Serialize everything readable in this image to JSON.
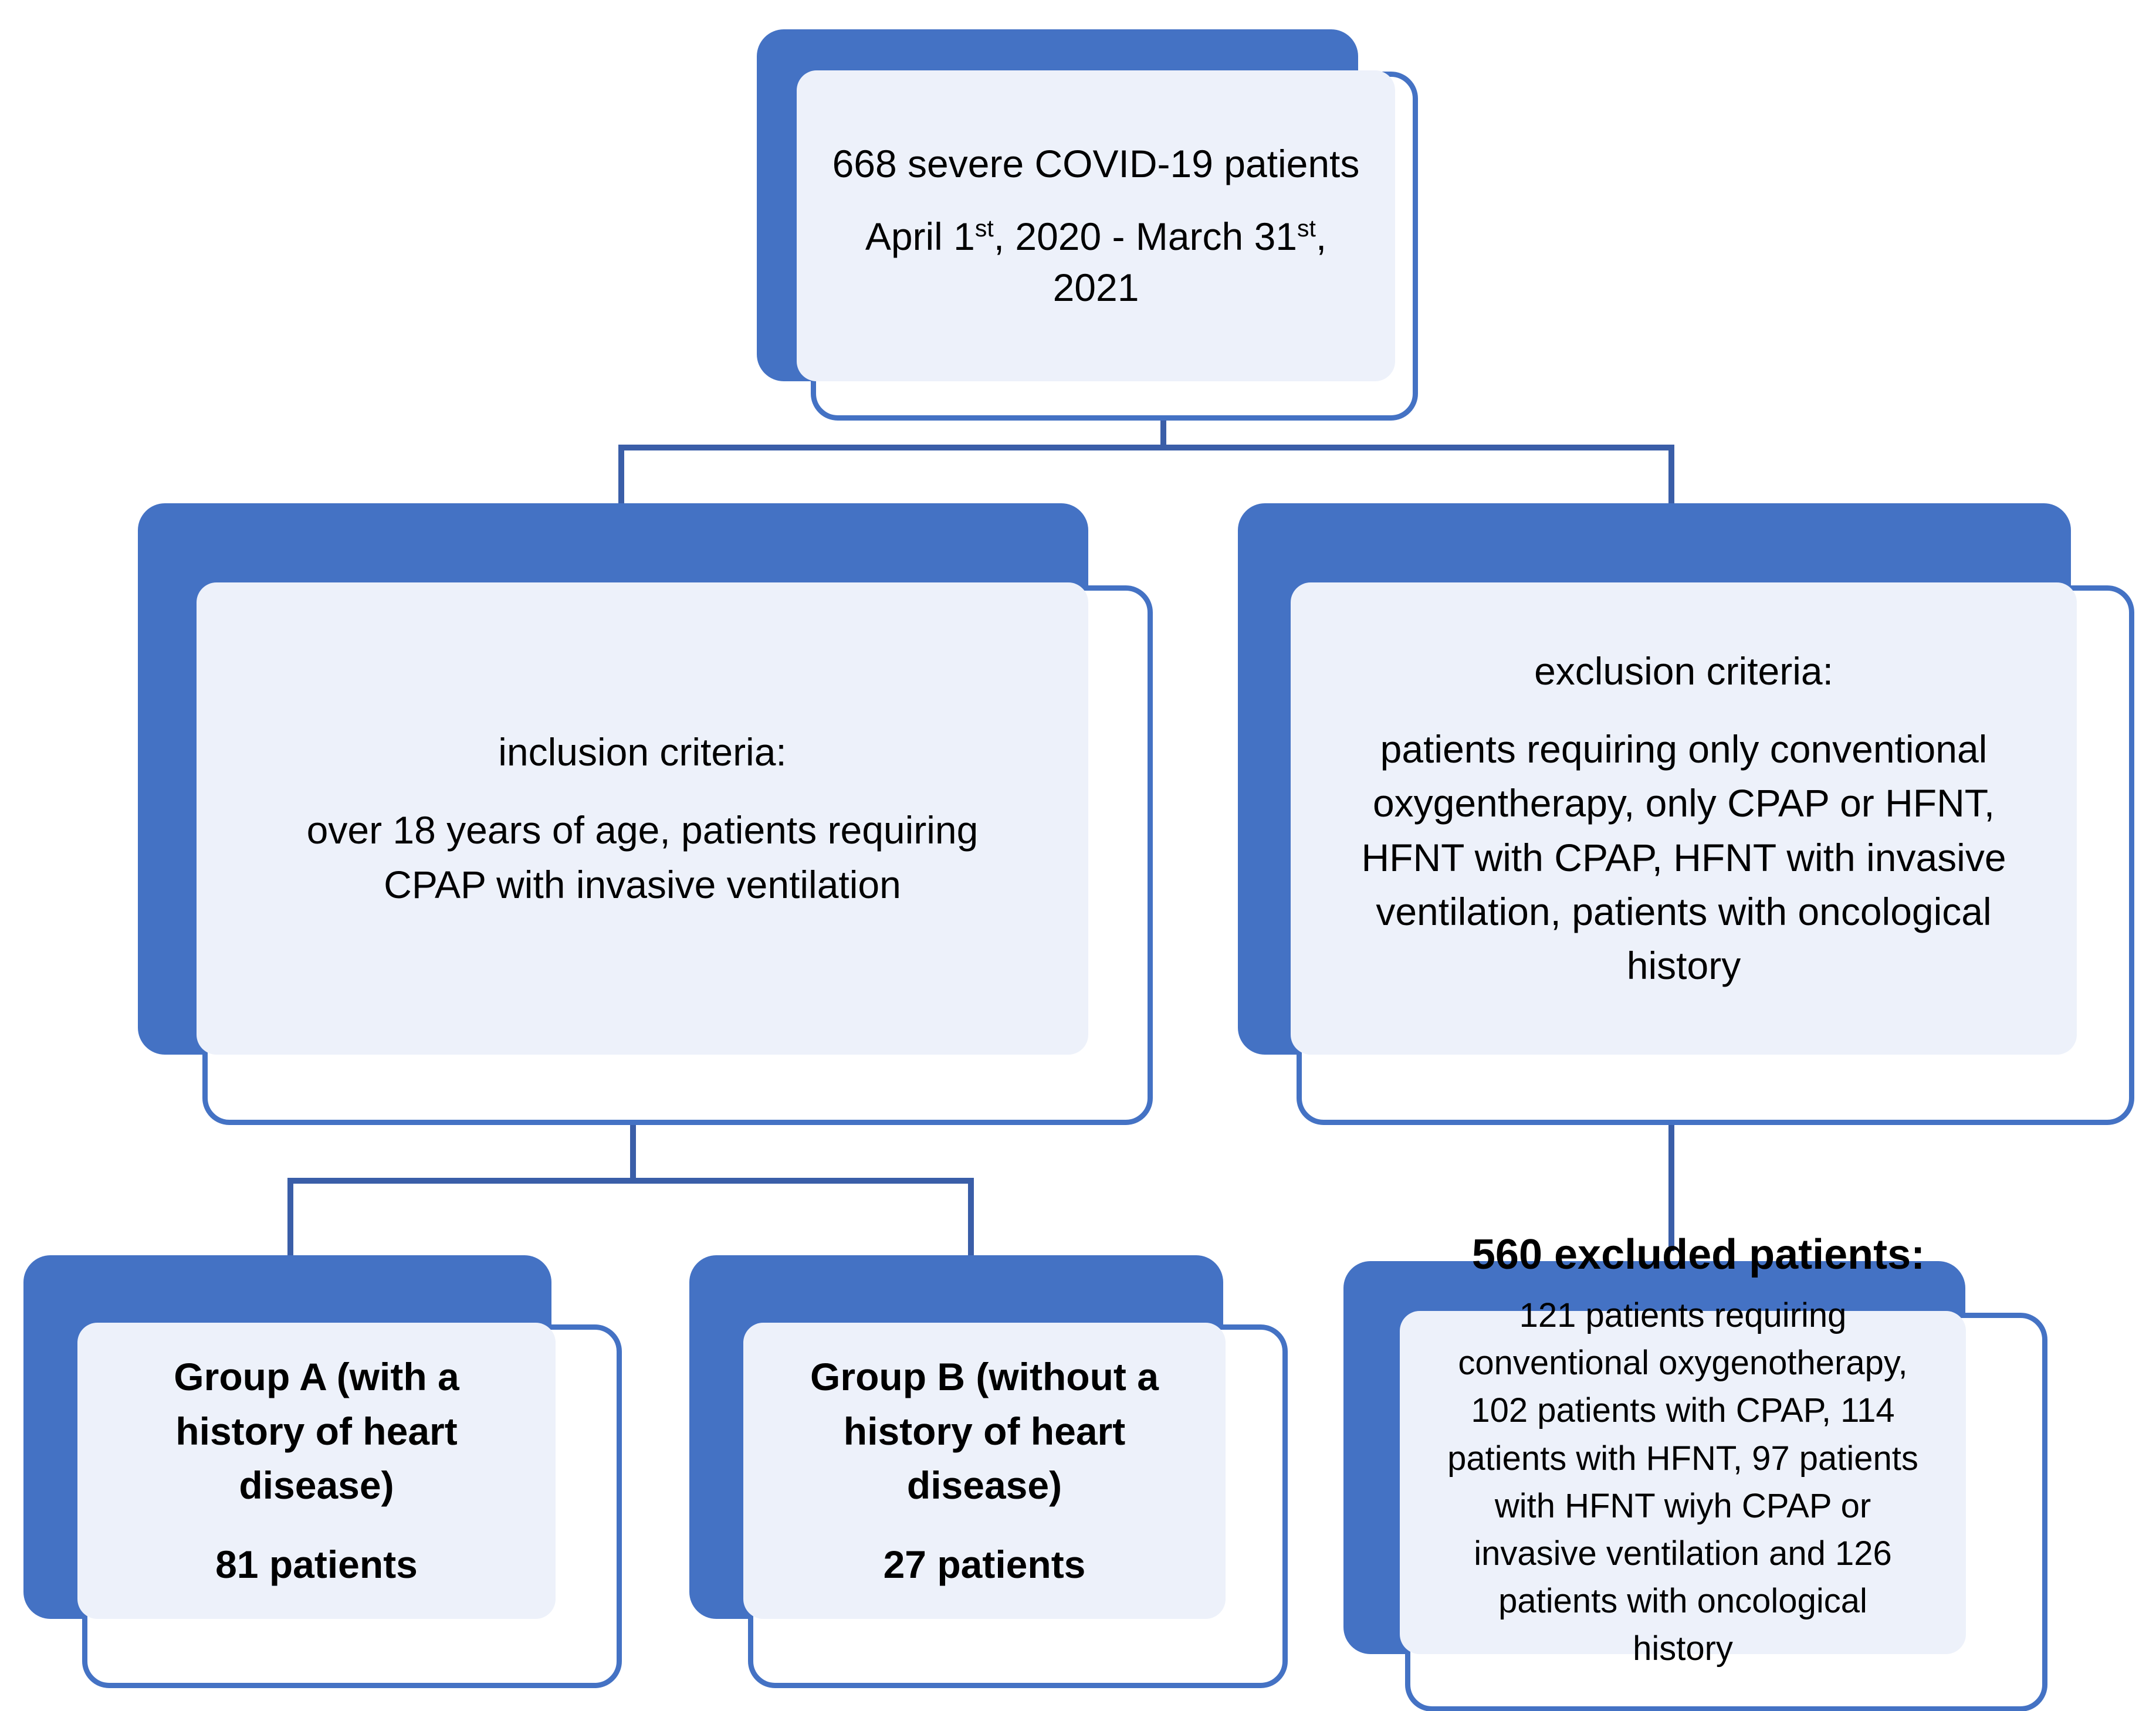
{
  "diagram": {
    "title": "Patient selection flow diagram",
    "palette": {
      "shadow_blue": "#4472C4",
      "border_blue": "#4472C4",
      "connector_blue": "#3A5EA8",
      "panel_fill": "#EDF1FA",
      "card_fill": "#FFFFFF",
      "text": "#000000"
    }
  },
  "nodes": {
    "cohort": {
      "line1": "668 severe COVID-19 patients",
      "line2_a": "April 1",
      "line2_sup1": "st",
      "line2_b": ", 2020 - March 31",
      "line2_sup2": "st",
      "line2_c": ", 2021"
    },
    "inclusion": {
      "heading": "inclusion criteria:",
      "body_line1": "over 18 years of age, patients requiring",
      "body_line2": "CPAP with invasive ventilation"
    },
    "exclusion": {
      "heading": "exclusion criteria:",
      "body_line1": "patients requiring only  conventional",
      "body_line2": "oxygentherapy, only CPAP or HFNT,",
      "body_line3": "HFNT with CPAP, HFNT  with invasive",
      "body_line4": "ventilation, patients with oncological",
      "body_line5": "history"
    },
    "group_a": {
      "title_line1": "Group A (with a",
      "title_line2": "history of heart",
      "title_line3": "disease)",
      "count": "81 patients"
    },
    "group_b": {
      "title_line1": "Group B (without a",
      "title_line2": "history of heart",
      "title_line3": "disease)",
      "count": "27 patients"
    },
    "excluded": {
      "heading": "560 excluded patients:",
      "body_line1": "121 patients requiring",
      "body_line2": "conventional oxygenotherapy,",
      "body_line3": "102 patients with CPAP, 114",
      "body_line4": "patients with HFNT, 97 patients",
      "body_line5": "with HFNT wiyh CPAP  or",
      "body_line6": "invasive ventilation and 126",
      "body_line7": "patients with oncological",
      "body_line8": "history"
    }
  },
  "chart_data": {
    "type": "diagram",
    "title": "Study population selection flowchart",
    "nodes": [
      {
        "id": "cohort",
        "label": "668 severe COVID-19 patients, April 1st, 2020 - March 31st, 2021",
        "value": 668,
        "level": 0
      },
      {
        "id": "inclusion",
        "label": "inclusion criteria: over 18 years of age, patients requiring CPAP with invasive ventilation",
        "level": 1
      },
      {
        "id": "exclusion",
        "label": "exclusion criteria: patients requiring only conventional oxygentherapy, only CPAP or HFNT, HFNT with CPAP, HFNT with invasive ventilation, patients with oncological history",
        "level": 1
      },
      {
        "id": "group_a",
        "label": "Group A (with a history of heart disease)",
        "value": 81,
        "level": 2
      },
      {
        "id": "group_b",
        "label": "Group B (without a history of heart disease)",
        "value": 27,
        "level": 2
      },
      {
        "id": "excluded",
        "label": "560 excluded patients",
        "value": 560,
        "level": 2
      }
    ],
    "edges": [
      {
        "from": "cohort",
        "to": "inclusion"
      },
      {
        "from": "cohort",
        "to": "exclusion"
      },
      {
        "from": "inclusion",
        "to": "group_a"
      },
      {
        "from": "inclusion",
        "to": "group_b"
      },
      {
        "from": "exclusion",
        "to": "excluded"
      }
    ],
    "exclusion_breakdown": [
      {
        "reason": "conventional oxygenotherapy",
        "count": 121
      },
      {
        "reason": "CPAP",
        "count": 102
      },
      {
        "reason": "HFNT",
        "count": 114
      },
      {
        "reason": "HFNT wiyh CPAP or invasive ventilation",
        "count": 97
      },
      {
        "reason": "oncological history",
        "count": 126
      }
    ]
  }
}
